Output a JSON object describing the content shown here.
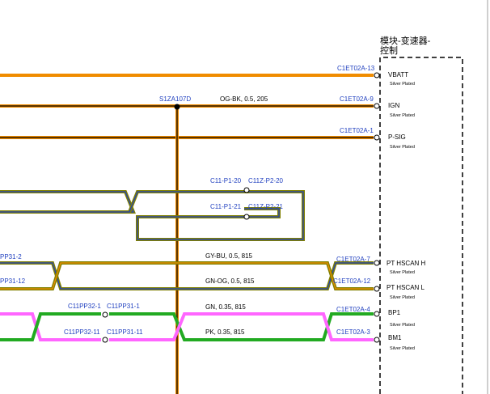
{
  "module": {
    "title_line1": "模块-变速器-",
    "title_line2": "控制"
  },
  "plating": "Silver Plated",
  "splice": {
    "label": "S1ZA107D"
  },
  "circuits": [
    {
      "id": "vbatt",
      "connector": "C1ET02A-13",
      "pin": "VBATT",
      "wire_label": "",
      "colors": [
        "#f08c00"
      ]
    },
    {
      "id": "ign",
      "connector": "C1ET02A-9",
      "pin": "IGN",
      "wire_label": "OG-BK,  0.5,  205",
      "colors": [
        "#f08c00",
        "#000000"
      ]
    },
    {
      "id": "psig",
      "connector": "C1ET02A-1",
      "pin": "P-SIG",
      "wire_label": "",
      "colors": [
        "#f08c00",
        "#000000"
      ]
    },
    {
      "id": "hscan-h",
      "connector": "C1ET02A-7",
      "pin": "PT HSCAN H",
      "wire_label": "GY-BU,  0.5,  815",
      "colors": [
        "#808000",
        "#1f3fbf"
      ]
    },
    {
      "id": "hscan-l",
      "connector": "C1ET02A-12",
      "pin": "PT HSCAN L",
      "wire_label": "GN-OG,  0.5,  815",
      "colors": [
        "#808000",
        "#f08c00"
      ]
    },
    {
      "id": "bp1",
      "connector": "C1ET02A-4",
      "pin": "BP1",
      "wire_label": "GN,  0.35,  815",
      "colors": [
        "#22aa22"
      ]
    },
    {
      "id": "bm1",
      "connector": "C1ET02A-3",
      "pin": "BM1",
      "wire_label": "PK,  0.35,  815",
      "colors": [
        "#ff66ff"
      ]
    }
  ],
  "inline_connectors": [
    {
      "id": "c11-p1-20",
      "left": "C11-P1-20",
      "right": "C11Z-P2-20"
    },
    {
      "id": "c11-p1-21",
      "left": "C11-P1-21",
      "right": "C11Z-P2-21"
    },
    {
      "id": "c11pp-1",
      "left": "C11PP32-1",
      "right": "C11PP31-1"
    },
    {
      "id": "c11pp-11",
      "left": "C11PP32-11",
      "right": "C11PP31-11"
    }
  ],
  "left_labels": [
    {
      "id": "pp31-2",
      "text": "PP31-2"
    },
    {
      "id": "pp31-12",
      "text": "PP31-12"
    }
  ]
}
